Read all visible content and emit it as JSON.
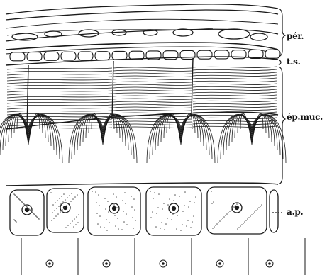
{
  "labels": {
    "pericarp": "pér.",
    "tegument": "t.s.",
    "epiderm": "ép.muc.",
    "aleurone": "a.p."
  },
  "colors": {
    "ink": "#1a1a1a",
    "paper": "#ffffff",
    "stipple": "#555555"
  }
}
